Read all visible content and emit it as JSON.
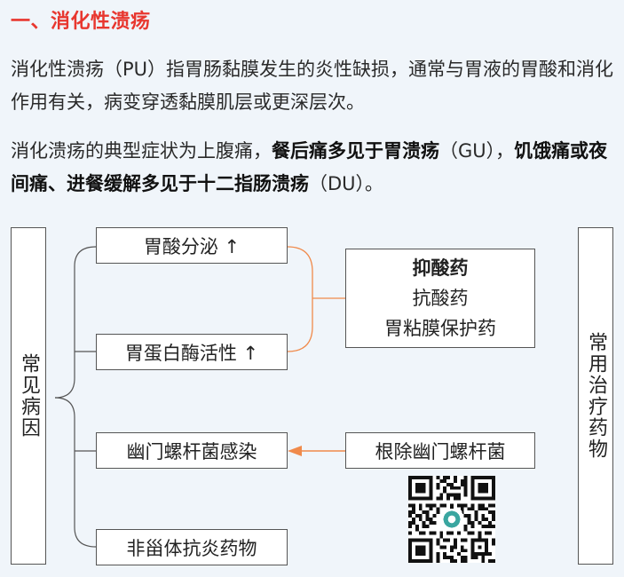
{
  "heading": "一、消化性溃疡",
  "para1": {
    "text": "消化性溃疡（PU）指胃肠黏膜发生的炎性缺损，通常与胃液的胃酸和消化作用有关，病变穿透黏膜肌层或更深层次。"
  },
  "para2": {
    "part1": "消化溃疡的典型症状为上腹痛，",
    "part2": "餐后痛多见于胃溃疡",
    "part3": "（GU），",
    "part4": "饥饿痛或夜间痛、进餐缓解多见于十二指肠溃疡",
    "part5": "（DU）。"
  },
  "diagram": {
    "causes_title": "常见病因",
    "drugs_title": "常用治疗药物",
    "causes": [
      "胃酸分泌 ↑",
      "胃蛋白酶活性 ↑",
      "幽门螺杆菌感染",
      "非甾体抗炎药物"
    ],
    "acid_drugs": {
      "title": "抑酸药",
      "items": [
        "抗酸药",
        "胃粘膜保护药"
      ]
    },
    "hp_drug": "根除幽门螺杆菌"
  },
  "colors": {
    "heading": "#e8372f",
    "connector": "#f08a4b",
    "border": "#555555"
  }
}
